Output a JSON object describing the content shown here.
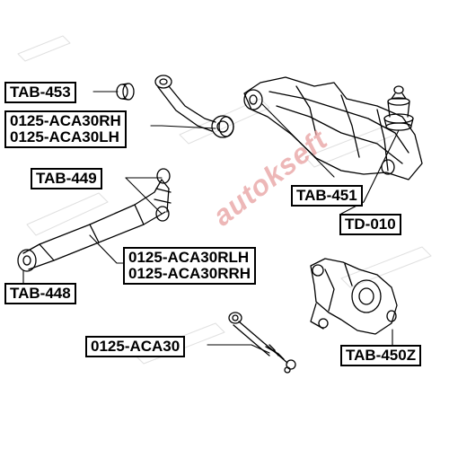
{
  "labels": {
    "tab453": "TAB-453",
    "rh": "0125-ACA30RH",
    "lh": "0125-ACA30LH",
    "tab449": "TAB-449",
    "tab448": "TAB-448",
    "rlh": "0125-ACA30RLH",
    "rrh": "0125-ACA30RRH",
    "tab451": "TAB-451",
    "td010": "TD-010",
    "tab450z": "TAB-450Z",
    "aca30": "0125-ACA30"
  },
  "watermark": {
    "text": "autokseft"
  },
  "colors": {
    "line": "#000000",
    "watermark": "#e8a0a0",
    "background": "#ffffff"
  }
}
